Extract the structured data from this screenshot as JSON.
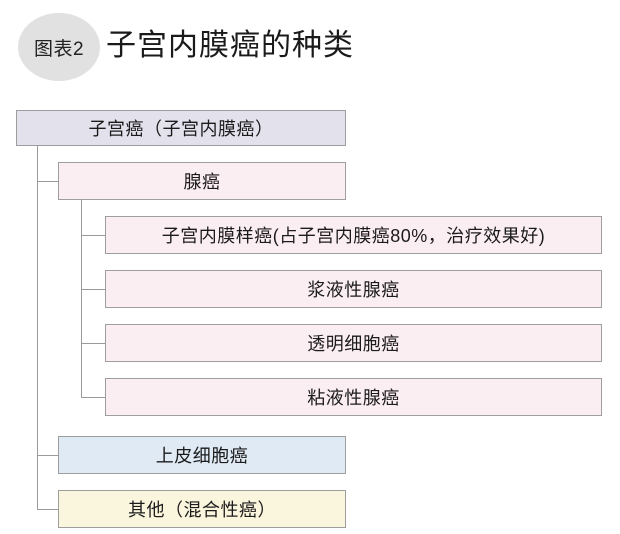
{
  "header": {
    "badge_label": "图表2",
    "title": "子宫内膜癌的种类",
    "badge_color": "#e1e1e1"
  },
  "diagram": {
    "type": "tree",
    "colors": {
      "root_fill": "#e2e1ec",
      "pink_fill": "#fbeef3",
      "blue_fill": "#dfeaf5",
      "yellow_fill": "#faf5dd",
      "border": "#9e9e9e",
      "connector": "#9a9a9a"
    },
    "root": {
      "label": "子宫癌（子宫内膜癌）"
    },
    "children": [
      {
        "label": "腺癌",
        "subchildren": [
          {
            "label": "子宫内膜样癌(占子宫内膜癌80%，治疗效果好)"
          },
          {
            "label": "浆液性腺癌"
          },
          {
            "label": "透明细胞癌"
          },
          {
            "label": "粘液性腺癌"
          }
        ]
      },
      {
        "label": "上皮细胞癌",
        "subchildren": []
      },
      {
        "label": "其他（混合性癌）",
        "subchildren": []
      }
    ]
  }
}
